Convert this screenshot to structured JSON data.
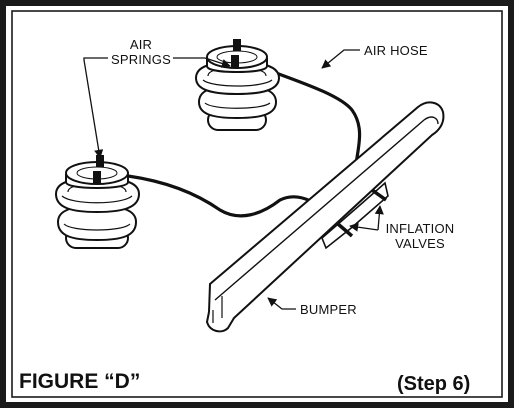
{
  "figure": {
    "title": "FIGURE “D”",
    "step": "(Step 6)"
  },
  "labels": {
    "air_springs_line1": "AIR",
    "air_springs_line2": "SPRINGS",
    "air_hose": "AIR HOSE",
    "inflation_valves_line1": "INFLATION",
    "inflation_valves_line2": "VALVES",
    "bumper": "BUMPER"
  },
  "colors": {
    "ink": "#111111",
    "frame": "#1a1a1a",
    "paper": "#ffffff"
  }
}
